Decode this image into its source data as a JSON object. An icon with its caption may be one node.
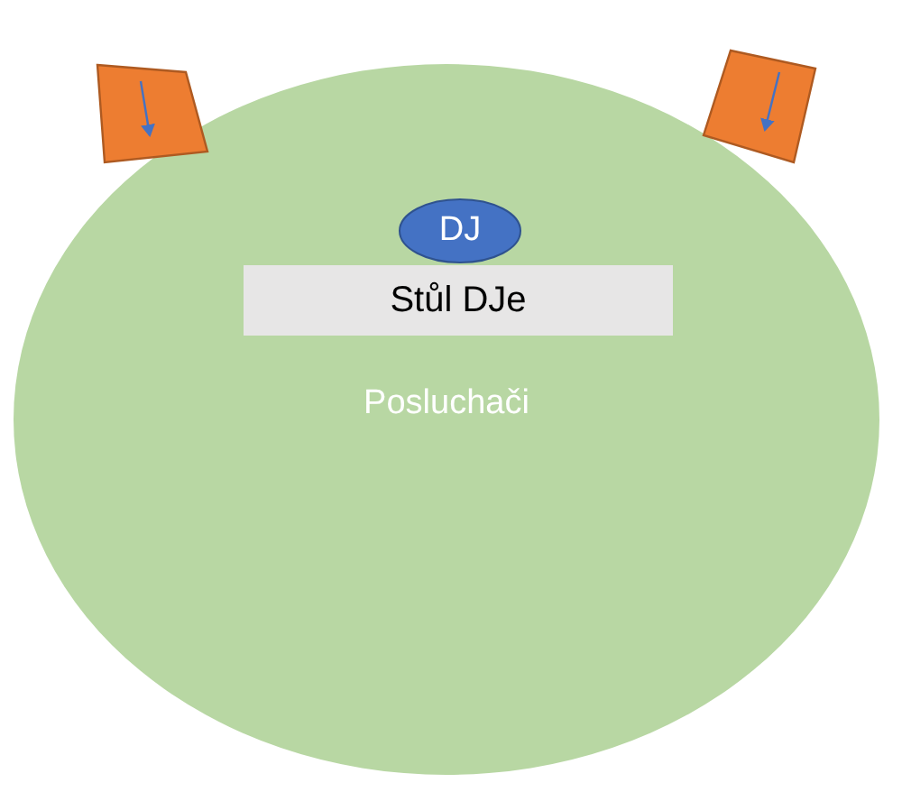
{
  "diagram": {
    "nodes": [
      {
        "text": [],
        "shape": "trapezoid"
      },
      {
        "text": [],
        "shape": "trapezoid"
      },
      {
        "text": [
          "Posluchači"
        ]
      },
      {
        "text": [
          "DJ"
        ],
        "in": 2
      },
      {
        "text": [
          "Stůl DJe"
        ],
        "in": 2
      }
    ]
  }
}
